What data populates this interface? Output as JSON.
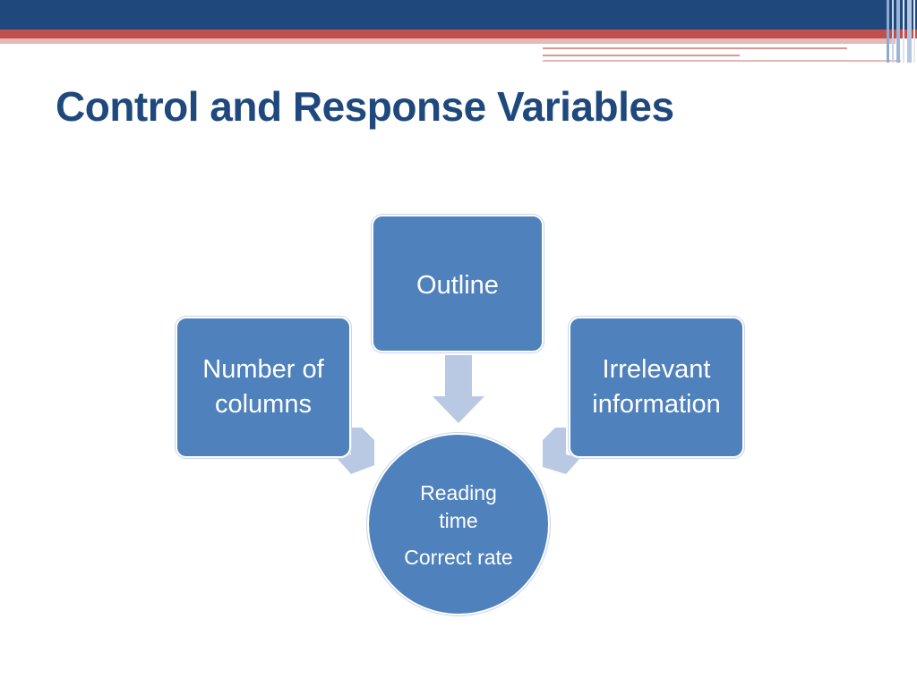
{
  "slide": {
    "title": "Control and Response Variables"
  },
  "diagram": {
    "top_box": "Outline",
    "left_box_line1": "Number of",
    "left_box_line2": "columns",
    "right_box_line1": "Irrelevant",
    "right_box_line2": "information",
    "center_line1": "Reading",
    "center_line2": "time",
    "center_line3": "Correct rate"
  },
  "colors": {
    "title": "#1f497d",
    "node_fill": "#4f81bd",
    "arrow_fill": "#b9c9e3",
    "band_blue": "#1f497d",
    "band_red": "#c0504d"
  }
}
